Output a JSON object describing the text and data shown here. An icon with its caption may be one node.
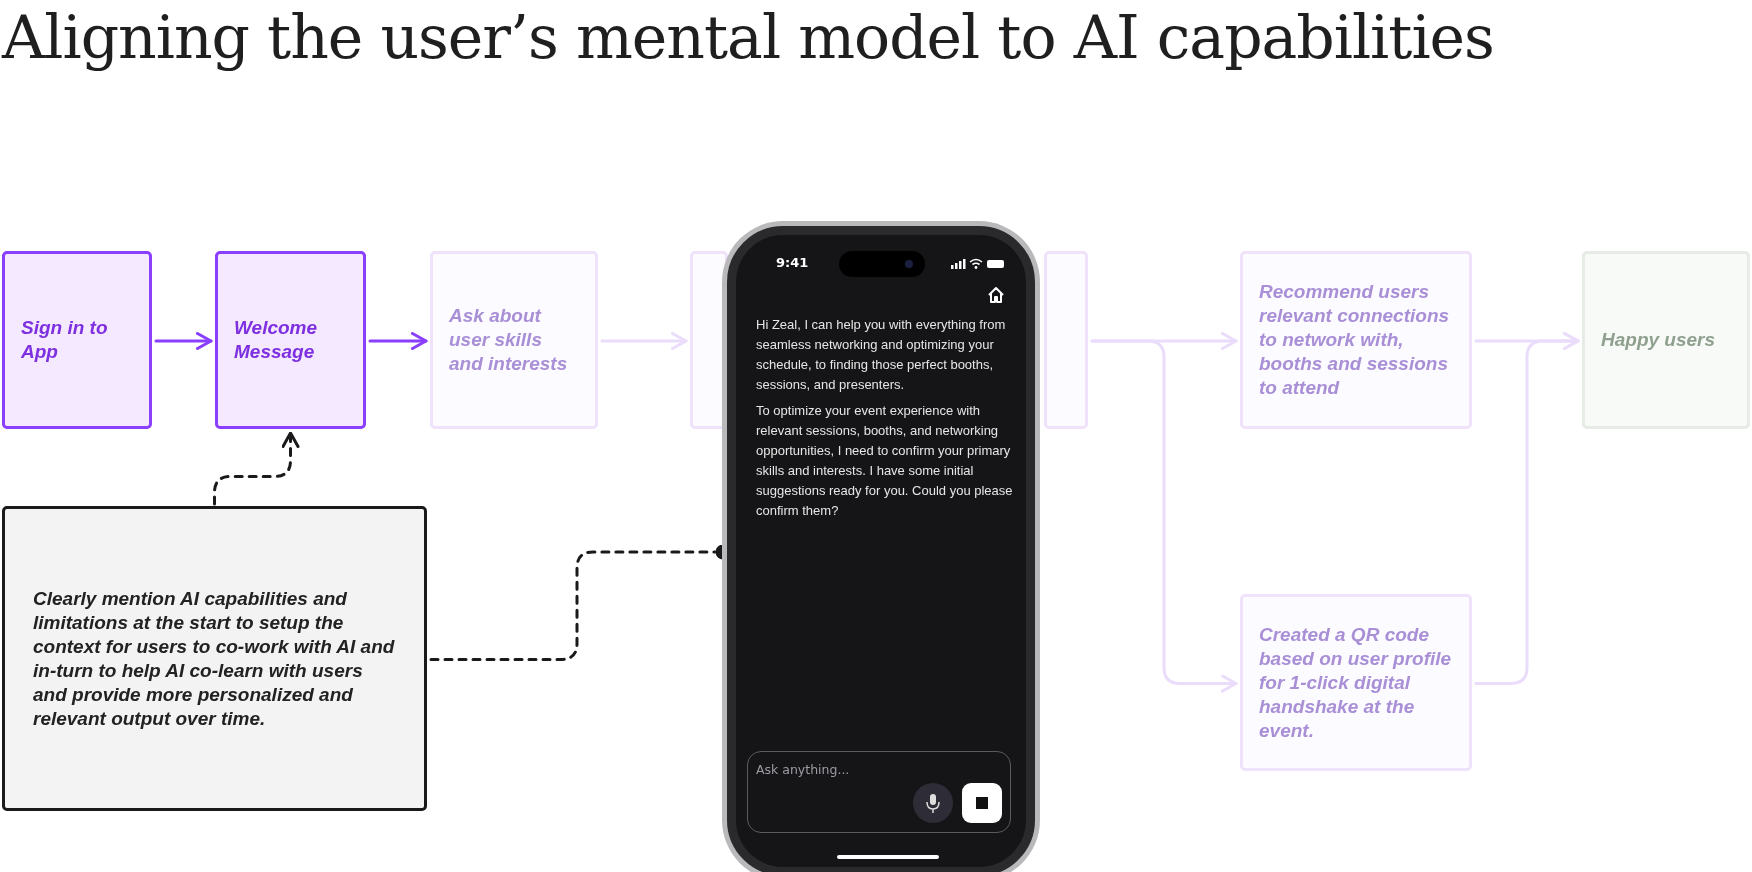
{
  "diagram": {
    "title": "Aligning the user’s mental model to AI capabilities",
    "nodes": [
      {
        "text": [
          "Sign in to App"
        ]
      },
      {
        "text": [
          "Welcome Message"
        ]
      },
      {
        "text": [
          "Ask about user skills and interests"
        ]
      },
      {
        "text": [],
        "shape": "box"
      },
      {
        "text": [],
        "shape": "box"
      },
      {
        "text": [
          "Recommend users relevant connections to network with, booths and sessions to attend"
        ]
      },
      {
        "text": [
          "Created a QR code based on user profile for 1-click digital handshake at the event."
        ]
      },
      {
        "text": [
          "Happy users"
        ]
      },
      {
        "text": [
          "Clearly mention AI capabilities and limitations at the start to setup the context for users to co-work with AI and in-turn to help AI co-learn with users and provide more personalized and relevant output over time."
        ]
      },
      {
        "text": [
          "9:41",
          "Hi Zeal, I can help you with everything from seamless networking and optimizing your schedule, to finding those perfect booths, sessions, and presenters.",
          "To optimize your event experience with relevant sessions, booths, and networking opportunities, I need to confirm your primary skills and interests. I have some initial suggestions ready for you. Could you please confirm them?",
          "Ask anything..."
        ]
      }
    ],
    "edges": [
      {
        "from": 0,
        "to": 1,
        "arrow": "to",
        "color": "#8a3ffc"
      },
      {
        "from": 1,
        "to": 2,
        "arrow": "to",
        "color": "#8a3ffc"
      },
      {
        "from": 2,
        "to": 3,
        "arrow": "to"
      },
      {
        "from": 4,
        "to": 5,
        "arrow": "to"
      },
      {
        "from": 4,
        "to": 6,
        "arrow": "to"
      },
      {
        "from": 5,
        "to": 7,
        "arrow": "to"
      },
      {
        "from": 6,
        "to": 7,
        "arrow": "to"
      },
      {
        "from": 8,
        "to": 1,
        "arrow": "to",
        "style": "dashed",
        "color": "#1a1a1a"
      },
      {
        "from": 8,
        "to": 9,
        "arrow": "other",
        "style": "dashed",
        "color": "#1a1a1a"
      }
    ]
  }
}
